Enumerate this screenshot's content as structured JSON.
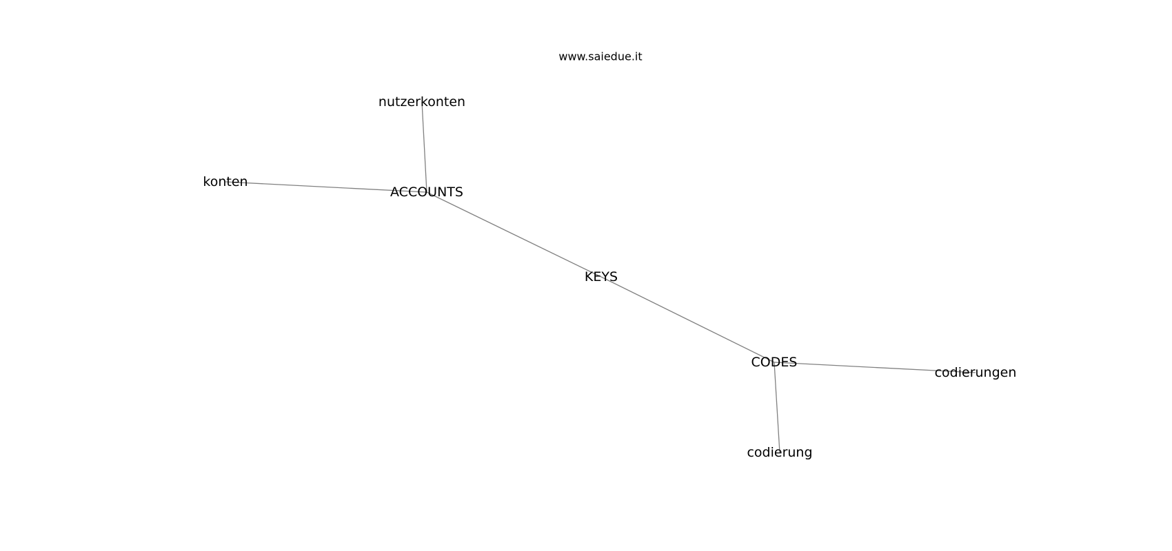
{
  "watermark": "www.saiedue.it",
  "graph": {
    "nodes": [
      {
        "id": "keys",
        "label": "KEYS"
      },
      {
        "id": "accounts",
        "label": "ACCOUNTS"
      },
      {
        "id": "codes",
        "label": "CODES"
      },
      {
        "id": "nutzerkonten",
        "label": "nutzerkonten"
      },
      {
        "id": "konten",
        "label": "konten"
      },
      {
        "id": "codierungen",
        "label": "codierungen"
      },
      {
        "id": "codierung",
        "label": "codierung"
      }
    ],
    "edges": [
      {
        "from": "keys",
        "to": "accounts"
      },
      {
        "from": "keys",
        "to": "codes"
      },
      {
        "from": "accounts",
        "to": "nutzerkonten"
      },
      {
        "from": "accounts",
        "to": "konten"
      },
      {
        "from": "codes",
        "to": "codierungen"
      },
      {
        "from": "codes",
        "to": "codierung"
      }
    ]
  }
}
